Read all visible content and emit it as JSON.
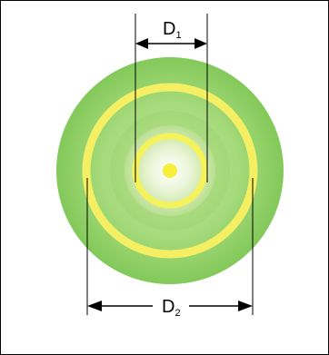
{
  "diagram": {
    "labels": {
      "d1": {
        "letter": "D",
        "subscript": "1"
      },
      "d2": {
        "letter": "D",
        "subscript": "2"
      }
    },
    "colors": {
      "outer_green": "#8fd264",
      "mid_green": "#b5e08c",
      "center_light": "#f4f9e6",
      "ring_yellow": "#f6f25c",
      "center_dot": "#f7ef3a",
      "line": "#000000"
    }
  }
}
